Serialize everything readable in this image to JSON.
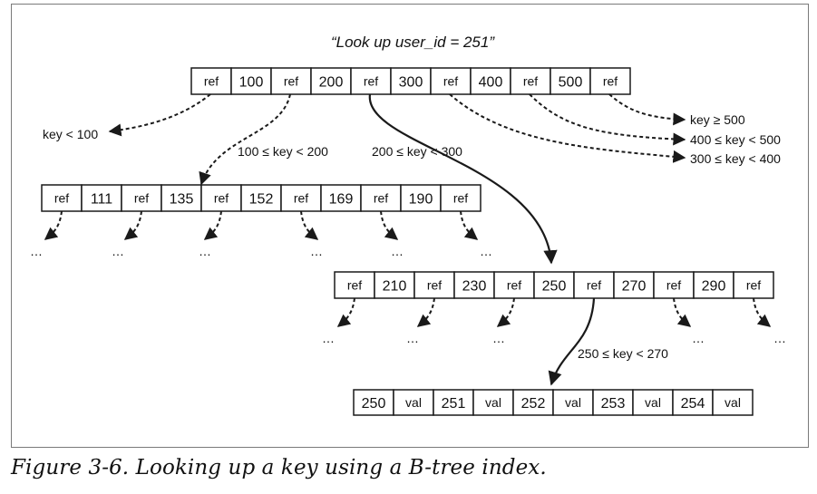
{
  "diagram": {
    "query": "“Look up user_id = 251”",
    "pages": {
      "root": [
        "ref",
        "100",
        "ref",
        "200",
        "ref",
        "300",
        "ref",
        "400",
        "ref",
        "500",
        "ref"
      ],
      "level1": [
        "ref",
        "111",
        "ref",
        "135",
        "ref",
        "152",
        "ref",
        "169",
        "ref",
        "190",
        "ref"
      ],
      "level2": [
        "ref",
        "210",
        "ref",
        "230",
        "ref",
        "250",
        "ref",
        "270",
        "ref",
        "290",
        "ref"
      ],
      "leaf": [
        "250",
        "val",
        "251",
        "val",
        "252",
        "val",
        "253",
        "val",
        "254",
        "val"
      ]
    },
    "edge_labels": {
      "lt100": "key < 100",
      "r100_200": "100 ≤ key < 200",
      "r200_300": "200 ≤ key < 300",
      "gte500": "key ≥ 500",
      "r400_500": "400 ≤ key < 500",
      "r300_400": "300 ≤ key < 400",
      "r250_270": "250 ≤ key < 270"
    },
    "ellipsis": "…"
  },
  "caption": "Figure 3-6. Looking up a key using a B-tree index."
}
